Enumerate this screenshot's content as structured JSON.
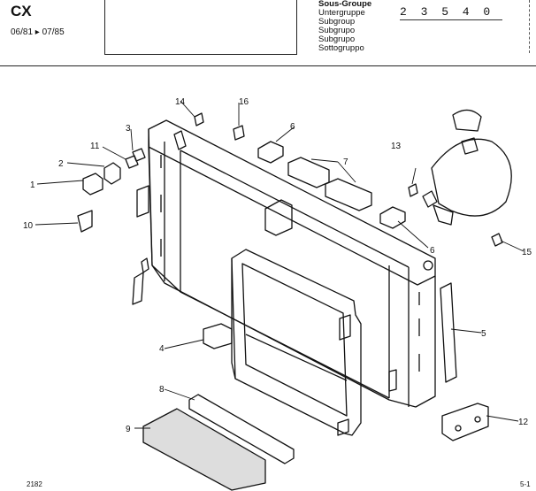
{
  "header": {
    "model": "CX",
    "dates": "06/81 ▸ 07/85",
    "subgroup_labels": [
      "Sous-Groupe",
      "Untergruppe",
      "Subgroup",
      "Subgrupo",
      "Subgrupo",
      "Sottogruppo"
    ],
    "code": "2 3 5 4 0"
  },
  "footer": {
    "left": "2182",
    "right": "5-1"
  },
  "callouts": [
    "1",
    "2",
    "3",
    "4",
    "5",
    "6",
    "6",
    "7",
    "8",
    "9",
    "10",
    "11",
    "12",
    "13",
    "14",
    "15",
    "16"
  ]
}
